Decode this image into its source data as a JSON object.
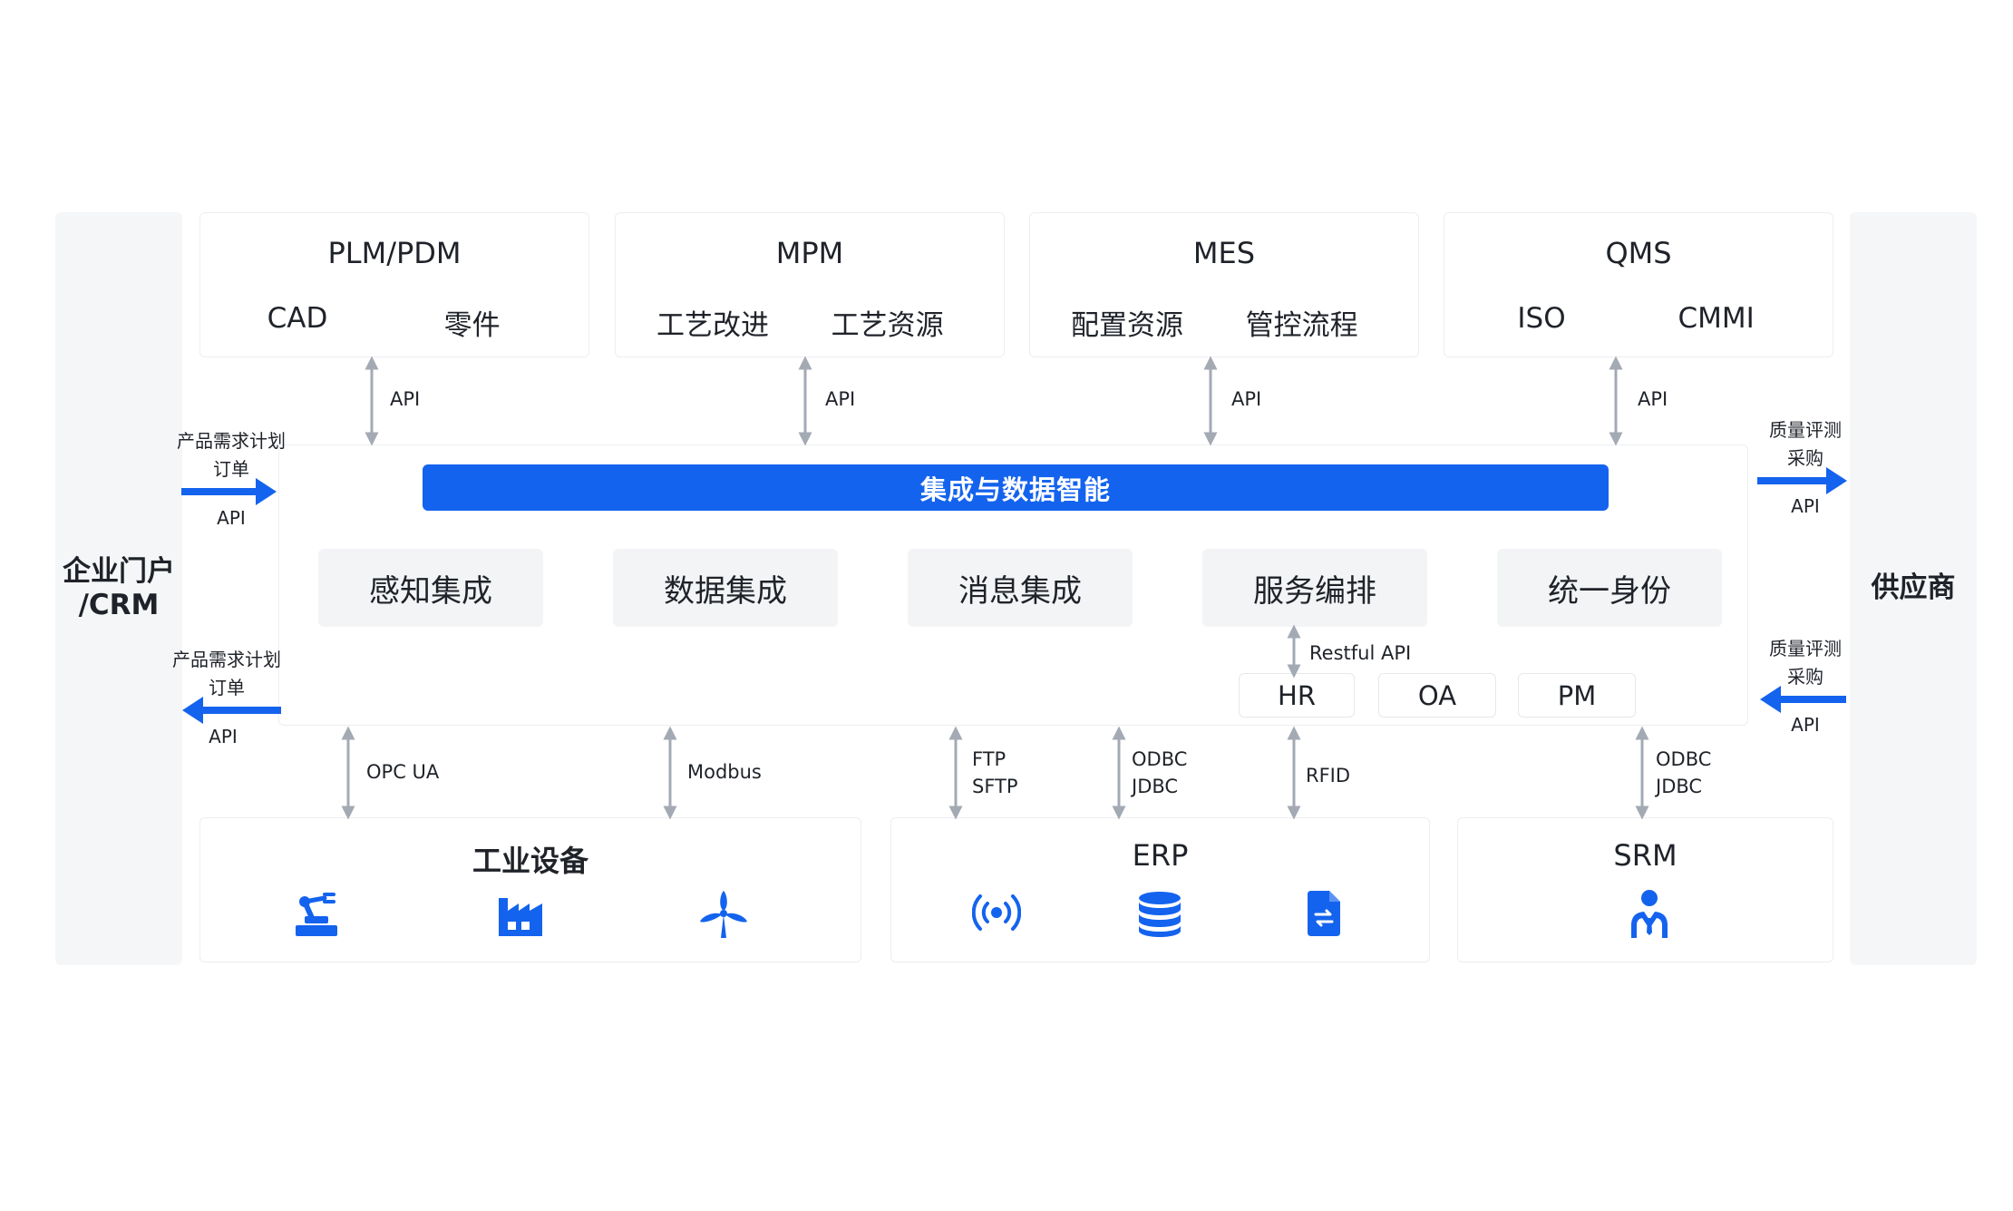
{
  "left_panel": {
    "line1": "企业门户",
    "line2": "/CRM"
  },
  "right_panel": {
    "label": "供应商"
  },
  "top_systems": [
    {
      "title": "PLM/PDM",
      "items": [
        "CAD",
        "零件"
      ],
      "link": "API"
    },
    {
      "title": "MPM",
      "items": [
        "工艺改进",
        "工艺资源"
      ],
      "link": "API"
    },
    {
      "title": "MES",
      "items": [
        "配置资源",
        "管控流程"
      ],
      "link": "API"
    },
    {
      "title": "QMS",
      "items": [
        "ISO",
        "CMMI"
      ],
      "link": "API"
    }
  ],
  "hub": {
    "banner": "集成与数据智能",
    "modules": [
      "感知集成",
      "数据集成",
      "消息集成",
      "服务编排",
      "统一身份"
    ],
    "restful_label": "Restful API",
    "sub_systems": [
      "HR",
      "OA",
      "PM"
    ]
  },
  "left_flows": [
    {
      "line1": "产品需求计划",
      "line2": "订单",
      "line3": "API"
    },
    {
      "line1": "产品需求计划",
      "line2": "订单",
      "line3": "API"
    }
  ],
  "right_flows": [
    {
      "line1": "质量评测",
      "line2": "采购",
      "line3": "API"
    },
    {
      "line1": "质量评测",
      "line2": "采购",
      "line3": "API"
    }
  ],
  "bottom_links": {
    "opc": "OPC UA",
    "modbus": "Modbus",
    "ftp": "FTP",
    "sftp": "SFTP",
    "odbc1": "ODBC",
    "jdbc1": "JDBC",
    "rfid": "RFID",
    "odbc2": "ODBC",
    "jdbc2": "JDBC"
  },
  "bottom_systems": [
    {
      "title": "工业设备",
      "icons": [
        "robot-arm-icon",
        "factory-icon",
        "wind-turbine-icon"
      ]
    },
    {
      "title": "ERP",
      "icons": [
        "broadcast-icon",
        "database-icon",
        "file-transfer-icon"
      ]
    },
    {
      "title": "SRM",
      "icons": [
        "person-icon"
      ]
    }
  ],
  "colors": {
    "accent": "#1463ee",
    "connector": "#a3aab4",
    "panel": "#f5f6f8"
  }
}
